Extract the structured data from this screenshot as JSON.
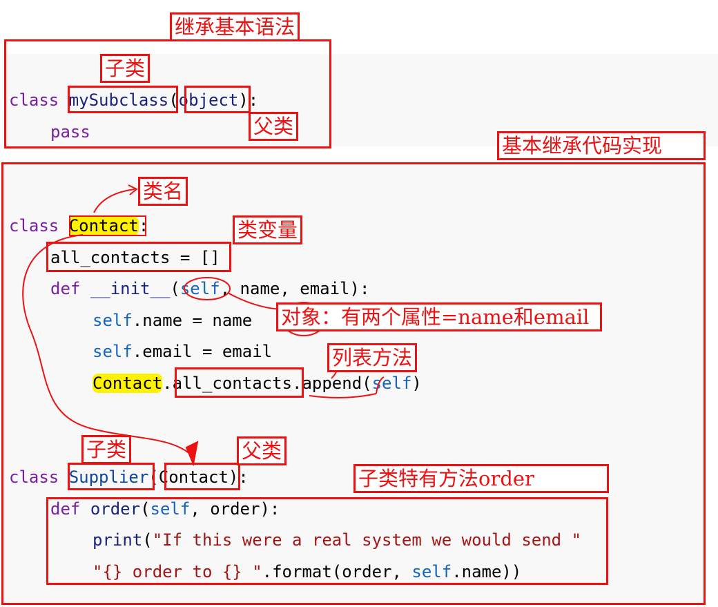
{
  "annotations": {
    "syntax_title": "继承基本语法",
    "impl_title": "基本继承代码实现",
    "subclass_1": "子类",
    "parent_1": "父类",
    "class_name": "类名",
    "class_var": "类变量",
    "object_note": "对象：有两个属性=name和email",
    "list_method": "列表方法",
    "subclass_2": "子类",
    "parent_2": "父类",
    "subclass_method": "子类特有方法order"
  },
  "syntax": {
    "kw_class": "class",
    "subclass": "mySubclass",
    "open": "(",
    "parent": "object",
    "close": "):",
    "pass": "pass"
  },
  "impl": {
    "kw_class": "class",
    "contact": "Contact",
    "colon": ":",
    "all_contacts_line": "all_contacts = []",
    "kw_def": "def",
    "init": "__init__",
    "paren_open": "(",
    "self": "self",
    "init_rest": ", name, email):",
    "self_name_self": "self",
    "self_name_rest": ".name = name",
    "self_email_self": "self",
    "self_email_rest": ".email = email",
    "append_contact": "Contact",
    "append_dot": ".",
    "append_all": "all_contacts",
    "append_dot2": ".",
    "append_method": "append",
    "append_open": "(",
    "append_self": "self",
    "append_close": ")",
    "kw_class2": "class",
    "supplier": "Supplier",
    "open2": "(",
    "parent2": "Contact",
    "close2": "):",
    "kw_def2": "def",
    "order": "order",
    "order_open": "(",
    "order_self": "self",
    "order_rest": ", order):",
    "print": "print",
    "print_open": "(",
    "str1": "\"If this were a real system we would send \"",
    "str2": "\"{} order to {} \"",
    "format_rest": ".format(order, ",
    "fmt_self": "self",
    "fmt_end": ".name))"
  },
  "colors": {
    "annotation": "#ee1111",
    "highlight": "#fff200",
    "keyword": "#7b1fa2",
    "self": "#1565c0",
    "string": "#a31515"
  }
}
